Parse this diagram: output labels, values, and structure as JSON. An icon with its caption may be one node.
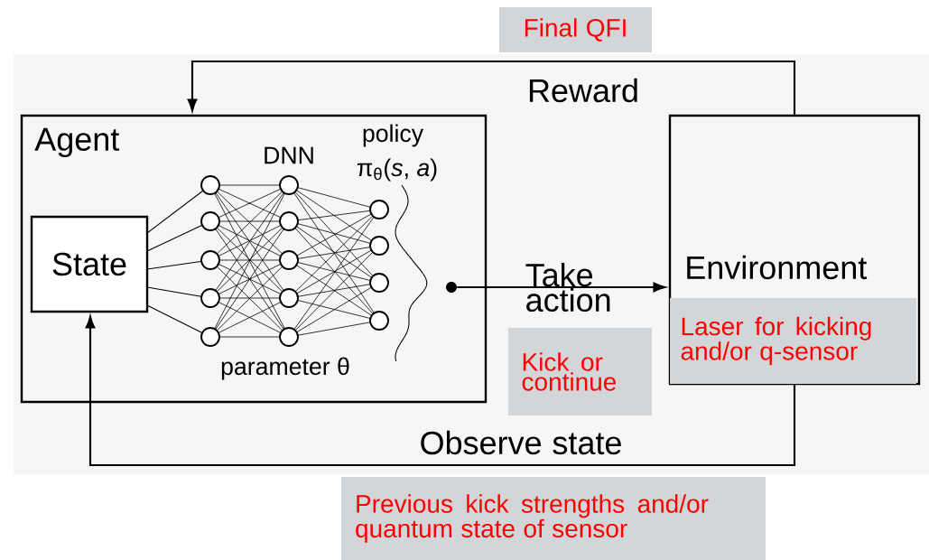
{
  "diagram": {
    "nodes": [
      {
        "text": [
          "Agent"
        ]
      },
      {
        "text": [
          "State"
        ],
        "in": 0
      },
      {
        "text": [
          "Environment"
        ]
      },
      {
        "text": [],
        "shape": "picture",
        "in": 0,
        "beside": [
          "DNN",
          "parameter θ"
        ]
      },
      {
        "text": [],
        "shape": "circle",
        "in": 0
      },
      {
        "text": [
          "Final QFI"
        ]
      },
      {
        "text": [
          "Kick or continue"
        ]
      },
      {
        "text": [
          "Laser for kicking and/or q-sensor"
        ],
        "in": 2
      },
      {
        "text": [
          "Previous kick strengths and/or quantum state of sensor"
        ]
      }
    ],
    "edges": [
      {
        "from": 2,
        "to": 0,
        "arrow": "to",
        "label": "Reward"
      },
      {
        "from": 4,
        "to": 2,
        "arrow": "to",
        "label": "Take action"
      },
      {
        "from": 2,
        "to": 1,
        "arrow": "to",
        "label": "Observe state"
      }
    ],
    "labels": [
      "policy",
      "π$_{θ}$(*s*, *a*)"
    ]
  }
}
